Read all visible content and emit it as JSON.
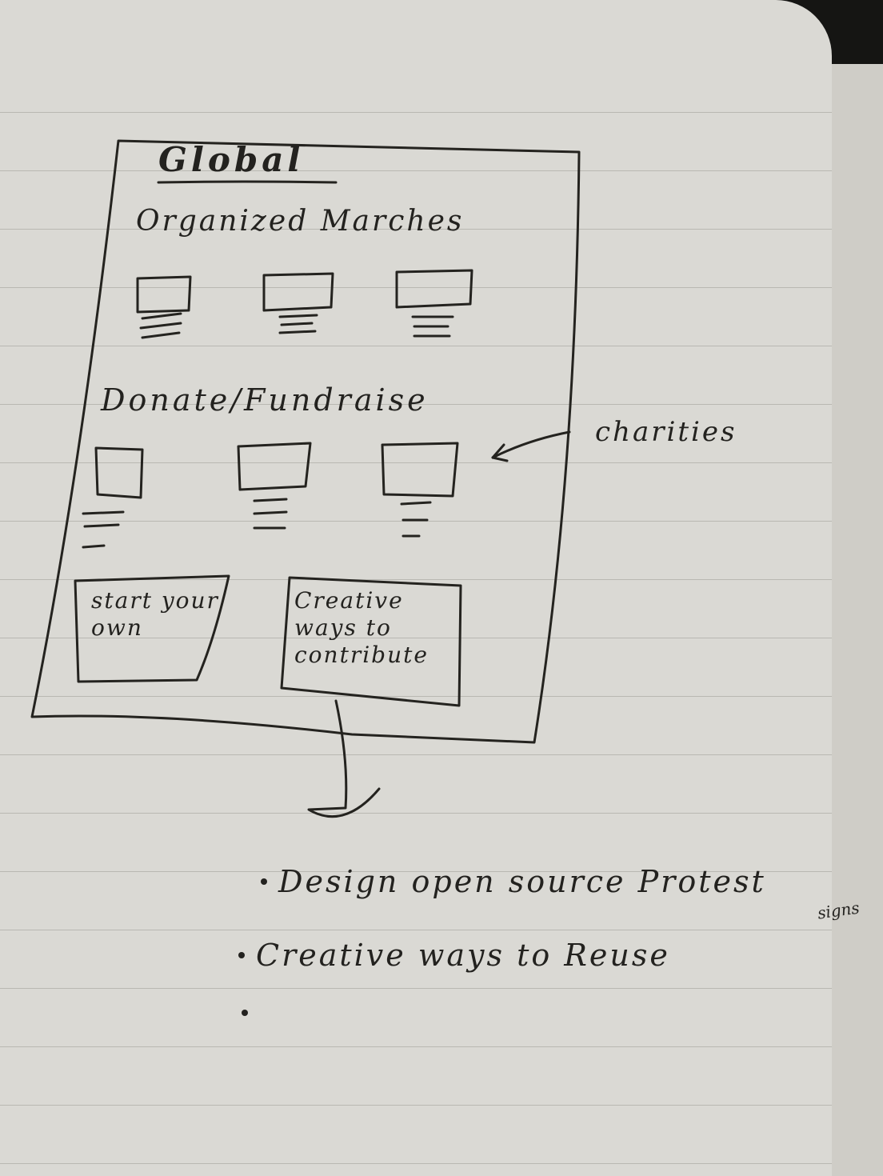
{
  "header": {
    "title": "Global"
  },
  "sections": [
    {
      "title": "Organized Marches",
      "items_count": 3
    },
    {
      "title": "Donate/Fundraise",
      "items_count": 3,
      "annotation": "charities"
    }
  ],
  "actions": [
    {
      "label": "start your own"
    },
    {
      "label": "Creative ways to contribute"
    }
  ],
  "notes": {
    "items": [
      {
        "text": "Design open source Protest",
        "extra": "signs"
      },
      {
        "text": "Creative ways to Reuse"
      },
      {
        "text": ""
      }
    ]
  }
}
